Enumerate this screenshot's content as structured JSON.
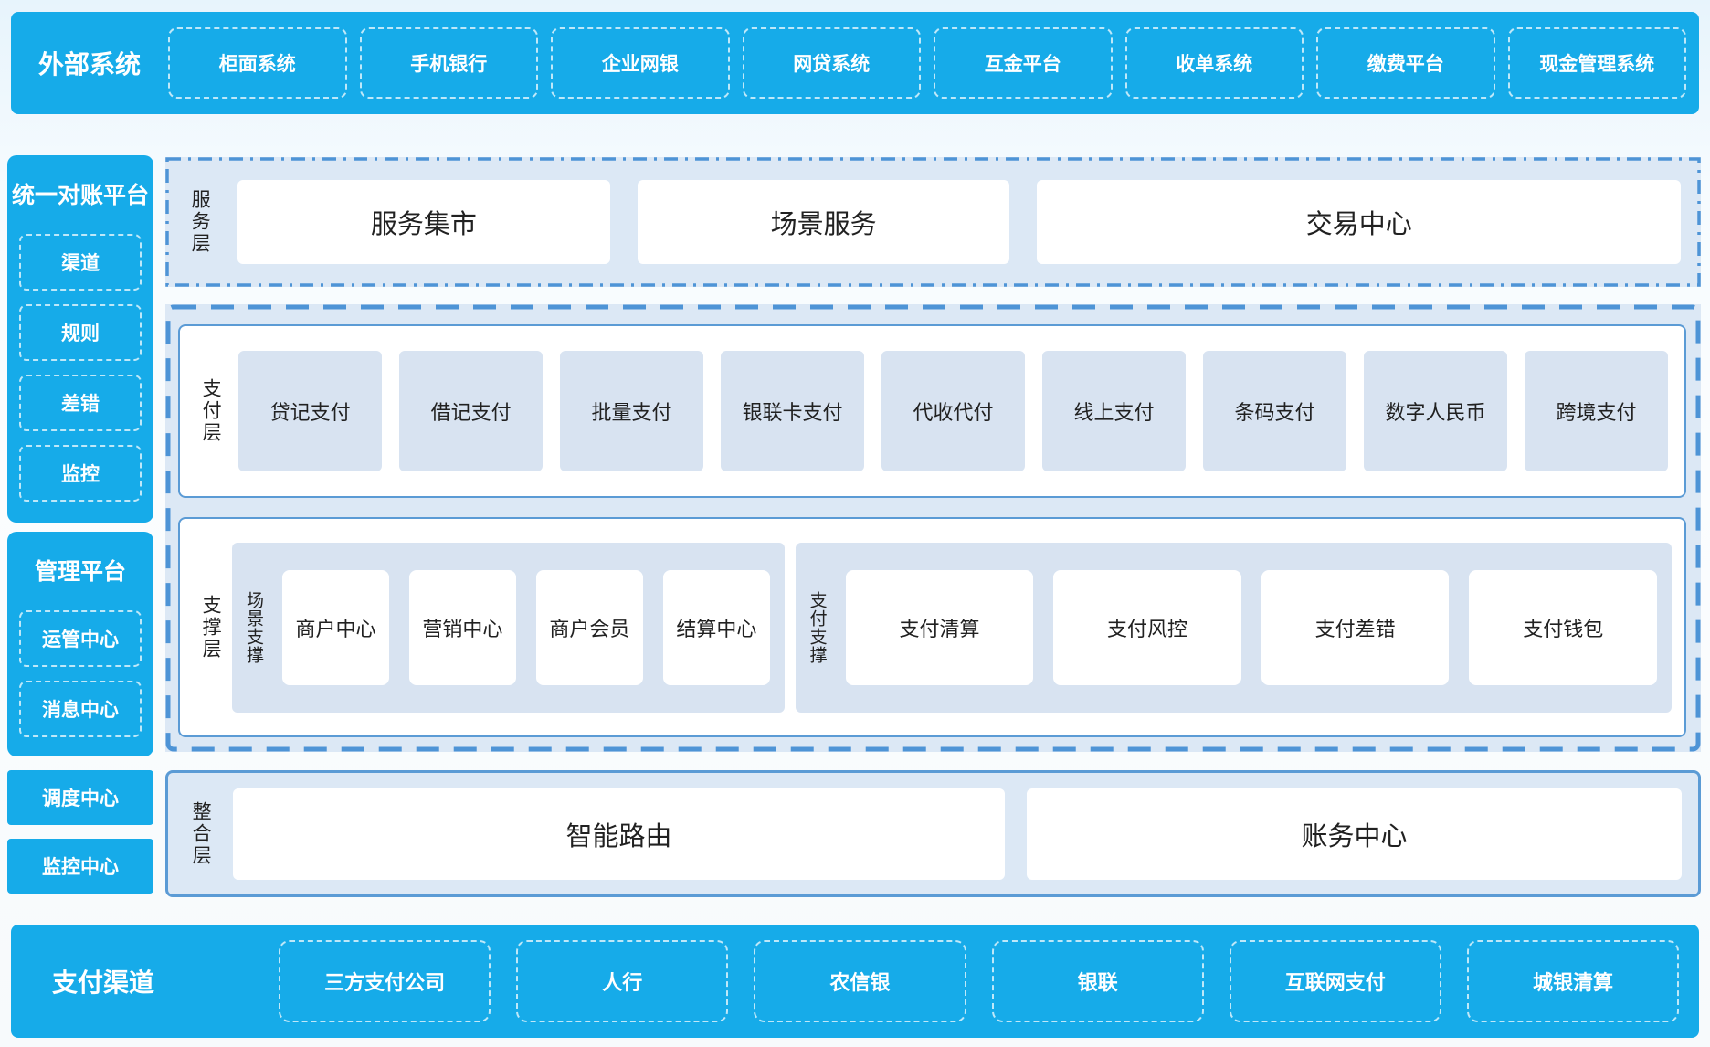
{
  "colors": {
    "accent_blue": "#16abe9",
    "border_blue": "#5b9bd5",
    "dash_border_blue": "#4e94d6",
    "panel_bg": "#dce8f5",
    "item_bg": "#d8e3f1",
    "text_dark": "#212121",
    "text_on_blue": "#ffffff"
  },
  "top_bar": {
    "label": "外部系统",
    "items": [
      "柜面系统",
      "手机银行",
      "企业网银",
      "网贷系统",
      "互金平台",
      "收单系统",
      "缴费平台",
      "现金管理系统"
    ]
  },
  "left": {
    "reconciliation": {
      "title": "统一对账平台",
      "items": [
        "渠道",
        "规则",
        "差错",
        "监控"
      ]
    },
    "management": {
      "title": "管理平台",
      "items": [
        "运管中心",
        "消息中心"
      ]
    },
    "standalone": [
      "调度中心",
      "监控中心"
    ]
  },
  "layers": {
    "service": {
      "label": "服务层",
      "items": [
        "服务集市",
        "场景服务",
        "交易中心"
      ]
    },
    "payment": {
      "label": "支付层",
      "items": [
        "贷记支付",
        "借记支付",
        "批量支付",
        "银联卡支付",
        "代收代付",
        "线上支付",
        "条码支付",
        "数字人民币",
        "跨境支付"
      ]
    },
    "support": {
      "label": "支撑层",
      "groups": [
        {
          "label": "场景支撑",
          "items": [
            "商户中心",
            "营销中心",
            "商户会员",
            "结算中心"
          ]
        },
        {
          "label": "支付支撑",
          "items": [
            "支付清算",
            "支付风控",
            "支付差错",
            "支付钱包"
          ]
        }
      ]
    },
    "integration": {
      "label": "整合层",
      "items": [
        "智能路由",
        "账务中心"
      ]
    }
  },
  "bottom_bar": {
    "label": "支付渠道",
    "items": [
      "三方支付公司",
      "人行",
      "农信银",
      "银联",
      "互联网支付",
      "城银清算"
    ]
  }
}
